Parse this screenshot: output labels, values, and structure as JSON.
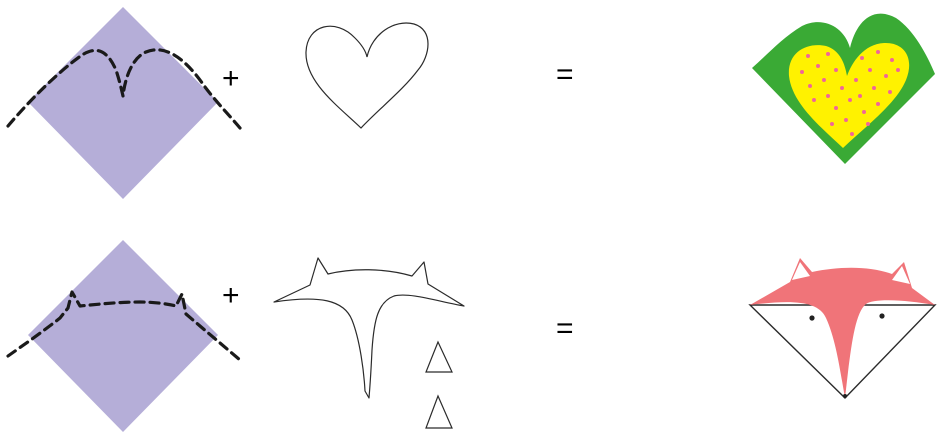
{
  "rows": [
    {
      "operators": {
        "plus": "+",
        "equals": "="
      },
      "base_shape": "purple-square-folded-diamond",
      "cut_template": "heart-outline",
      "result": "green-yellow-dotted-heart"
    },
    {
      "operators": {
        "plus": "+",
        "equals": "="
      },
      "base_shape": "purple-square-folded-diamond",
      "cut_template": "fox-face-outline-with-ear-triangles",
      "result": "fox-face"
    }
  ],
  "colors": {
    "paper": "#b5aed8",
    "cut_line": "#1a1a1a",
    "outline": "#2b2b2b",
    "heart_green": "#3aaa35",
    "heart_yellow": "#fff200",
    "heart_dots": "#f0669a",
    "fox_pink": "#f07479",
    "fox_ear_inner": "#ffffff",
    "fox_eye": "#222222"
  }
}
